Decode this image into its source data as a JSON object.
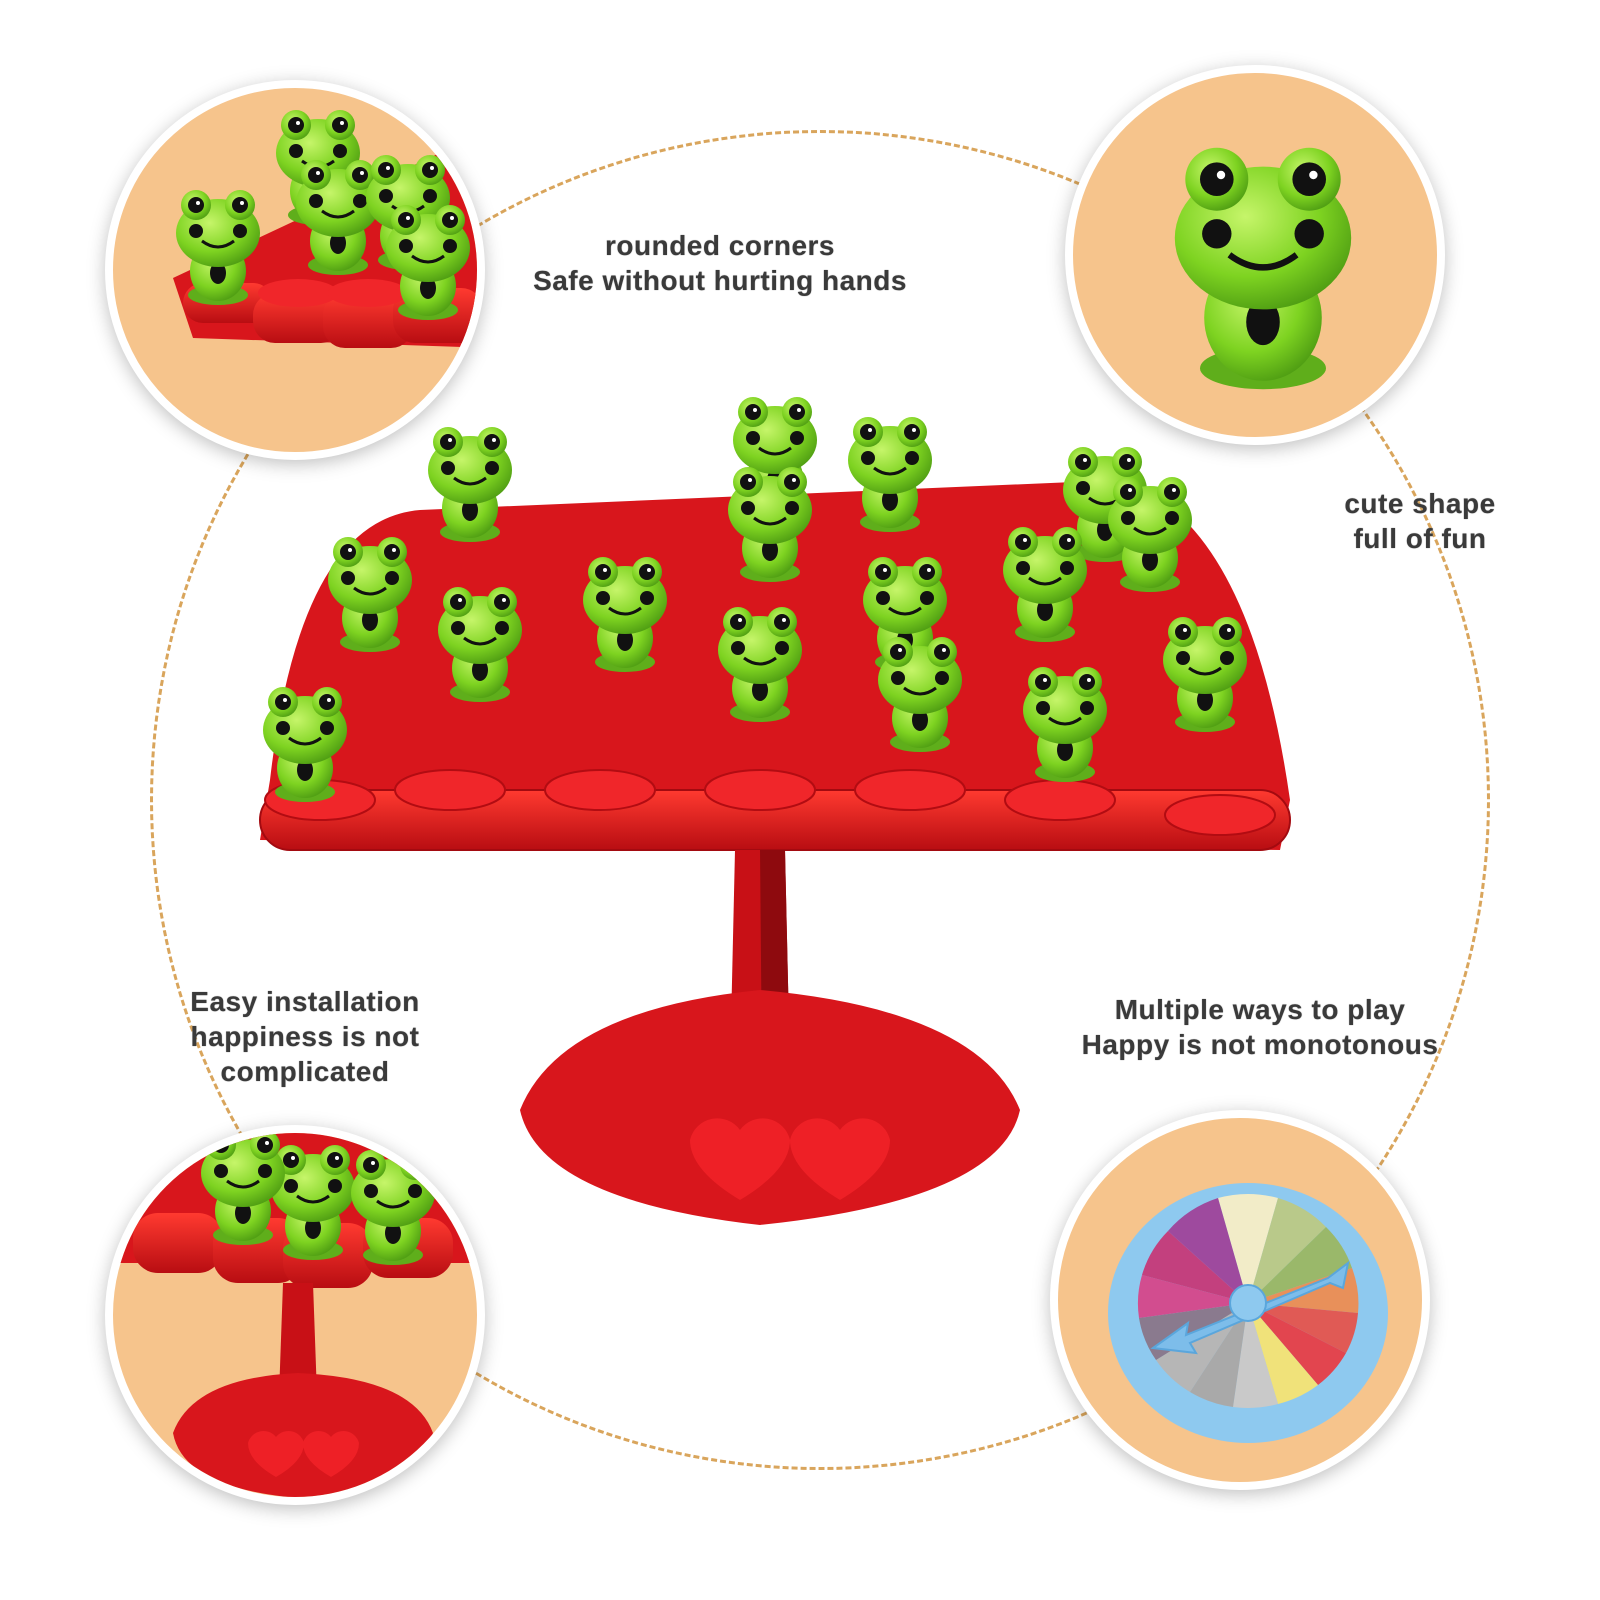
{
  "infographic": {
    "product": "Frog balance tree toy",
    "colors": {
      "background": "#ffffff",
      "bubble_fill": "#f6c48c",
      "dashed_ring": "#d9a55c",
      "toy_red": "#e0141a",
      "frog_green": "#7ed321",
      "spinner_blue": "#8ec9ef",
      "caption_text": "#3a3a3a"
    },
    "captions": [
      {
        "id": "rounded-corners",
        "lines": [
          "rounded corners",
          "Safe without hurting hands"
        ]
      },
      {
        "id": "cute-shape",
        "lines": [
          "cute shape",
          "full of fun"
        ]
      },
      {
        "id": "easy-installation",
        "lines": [
          "Easy installation",
          "happiness is not",
          "complicated"
        ]
      },
      {
        "id": "multiple-ways",
        "lines": [
          "Multiple ways to play",
          "Happy is not monotonous"
        ]
      }
    ],
    "detail_bubbles": [
      {
        "position": "top-left",
        "subject": "rounded cups close-up with frogs"
      },
      {
        "position": "top-right",
        "subject": "single green frog figure"
      },
      {
        "position": "bottom-left",
        "subject": "tree stand on heart base"
      },
      {
        "position": "bottom-right",
        "subject": "color spinner wheel with arrow"
      }
    ],
    "spinner": {
      "segment_colors": [
        "#f2ecc8",
        "#b9c98a",
        "#a9bd7a",
        "#9ab86a",
        "#e8905a",
        "#e05a55",
        "#e2454f",
        "#f0e27a",
        "#c9c9c9",
        "#a9a9a9",
        "#b6b6b6",
        "#8a7a8e",
        "#d24d8f",
        "#c3407e",
        "#9e4a9e"
      ]
    }
  }
}
